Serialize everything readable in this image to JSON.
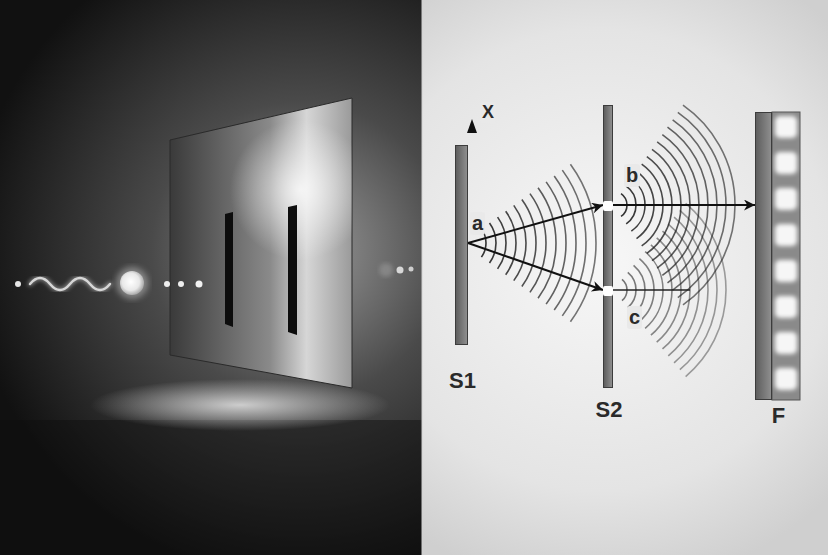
{
  "diagram": {
    "nodes": [
      {
        "text": [
          "S1"
        ]
      },
      {
        "text": [
          "S2"
        ]
      },
      {
        "text": [
          "F"
        ]
      }
    ],
    "edges": [
      {
        "from": 0,
        "to": 1,
        "arrow": "to"
      },
      {
        "from": 0,
        "to": 1,
        "arrow": "to"
      },
      {
        "from": 1,
        "to": 2,
        "arrow": "to"
      }
    ],
    "labels": [
      "X",
      "a",
      "b",
      "c"
    ]
  }
}
